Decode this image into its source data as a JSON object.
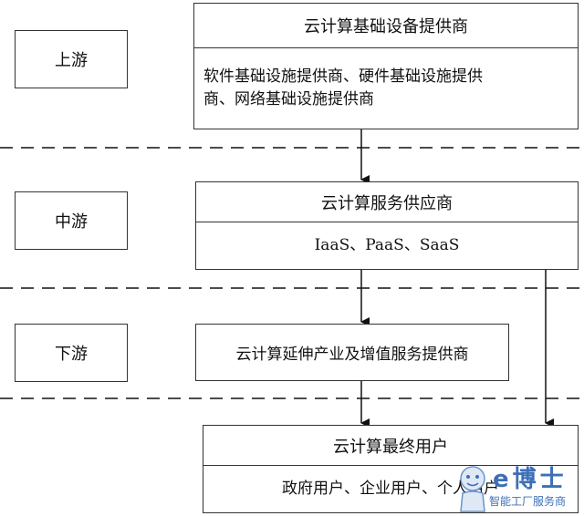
{
  "tiers": {
    "upstream": "上游",
    "midstream": "中游",
    "downstream": "下游"
  },
  "nodes": {
    "infra_provider": {
      "title": "云计算基础设备提供商",
      "detail_line1": "软件基础设施提供商、硬件基础设施提供",
      "detail_line2": "商、网络基础设施提供商"
    },
    "service_provider": {
      "title": "云计算服务供应商",
      "detail": "IaaS、PaaS、SaaS"
    },
    "extension_provider": {
      "title": "云计算延伸产业及增值服务提供商"
    },
    "end_user": {
      "title": "云计算最终用户",
      "detail": "政府用户、企业用户、个人用户"
    }
  },
  "watermark": {
    "title": "e博士",
    "subtitle": "智能工厂服务商"
  }
}
